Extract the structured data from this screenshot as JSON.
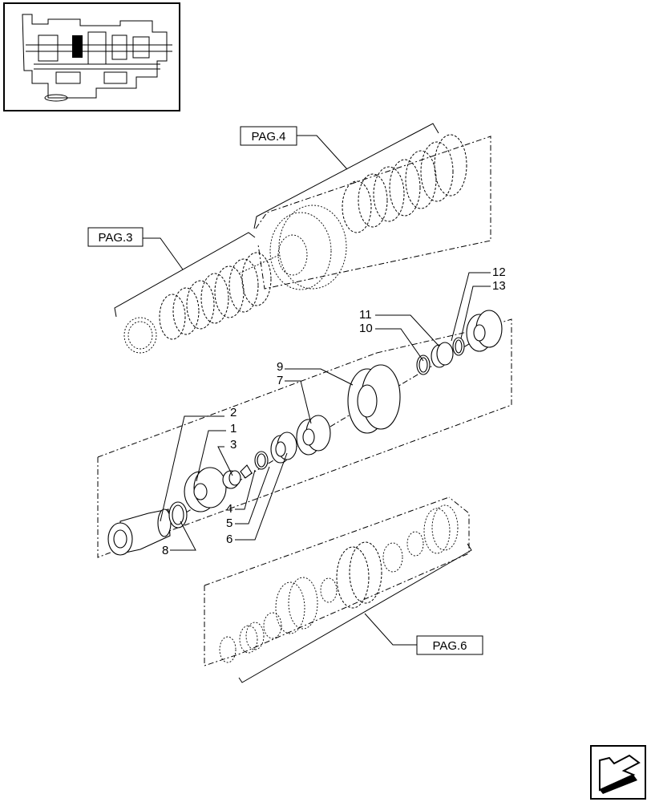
{
  "page_refs": [
    {
      "id": "pag4",
      "label": "PAG.4"
    },
    {
      "id": "pag3",
      "label": "PAG.3"
    },
    {
      "id": "pag6",
      "label": "PAG.6"
    }
  ],
  "callouts": [
    "1",
    "2",
    "3",
    "4",
    "5",
    "6",
    "7",
    "8",
    "9",
    "10",
    "11",
    "12",
    "13"
  ],
  "colors": {
    "ink": "#000000",
    "paper": "#ffffff"
  },
  "icons": {
    "thumbnail": "transmission-locator-icon",
    "next_page": "next-page-arrow-icon"
  }
}
